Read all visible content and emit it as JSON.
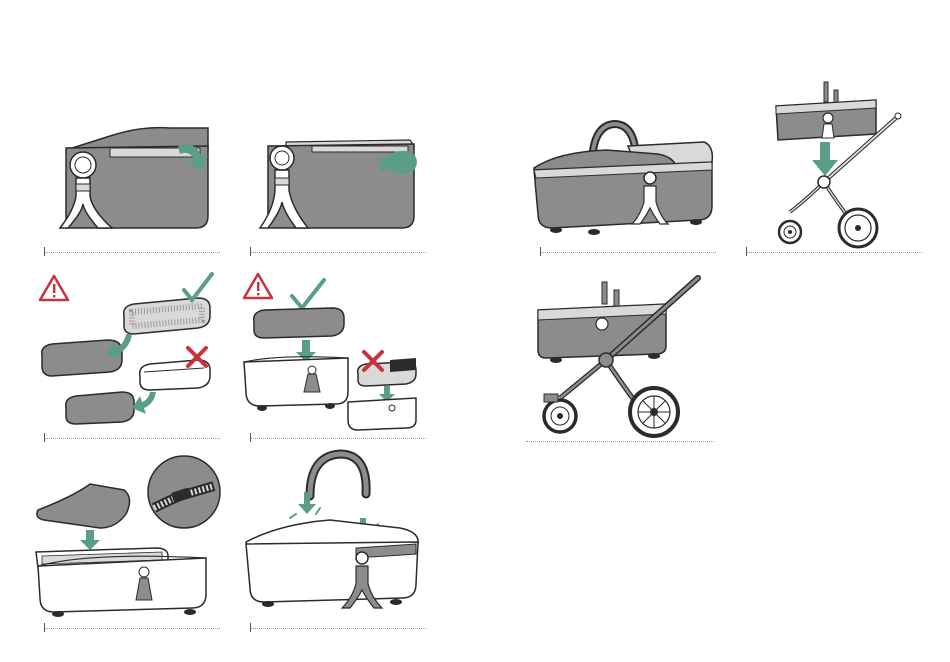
{
  "page": {
    "background": "#ffffff"
  },
  "colors": {
    "accent_green": "#5b9e86",
    "warning_red": "#c8323c",
    "product_grey": "#8c8c8c",
    "light_grey": "#d9d9d9",
    "outline": "#2b2b2b"
  },
  "icons": [
    "warning-triangle-icon",
    "checkmark-icon",
    "cross-icon",
    "arrow-down-icon",
    "rotate-arrow-icon",
    "zipper-detail-icon"
  ],
  "steps": [
    {
      "id": "step-1",
      "icon": "rotate-arrow-icon",
      "status": "instruction"
    },
    {
      "id": "step-2",
      "icon": "rotate-arrow-icon",
      "status": "instruction"
    },
    {
      "id": "step-3",
      "icon": "warning-triangle-icon",
      "status": "correct-and-incorrect"
    },
    {
      "id": "step-4",
      "icon": "warning-triangle-icon",
      "status": "correct-and-incorrect"
    },
    {
      "id": "step-5",
      "icon": "zipper-detail-icon",
      "status": "instruction"
    },
    {
      "id": "step-6",
      "icon": "arrow-down-icon",
      "status": "instruction"
    },
    {
      "id": "step-7",
      "icon": "none",
      "status": "instruction"
    },
    {
      "id": "step-8",
      "icon": "arrow-down-icon",
      "status": "instruction"
    },
    {
      "id": "step-9",
      "icon": "none",
      "status": "instruction"
    }
  ]
}
